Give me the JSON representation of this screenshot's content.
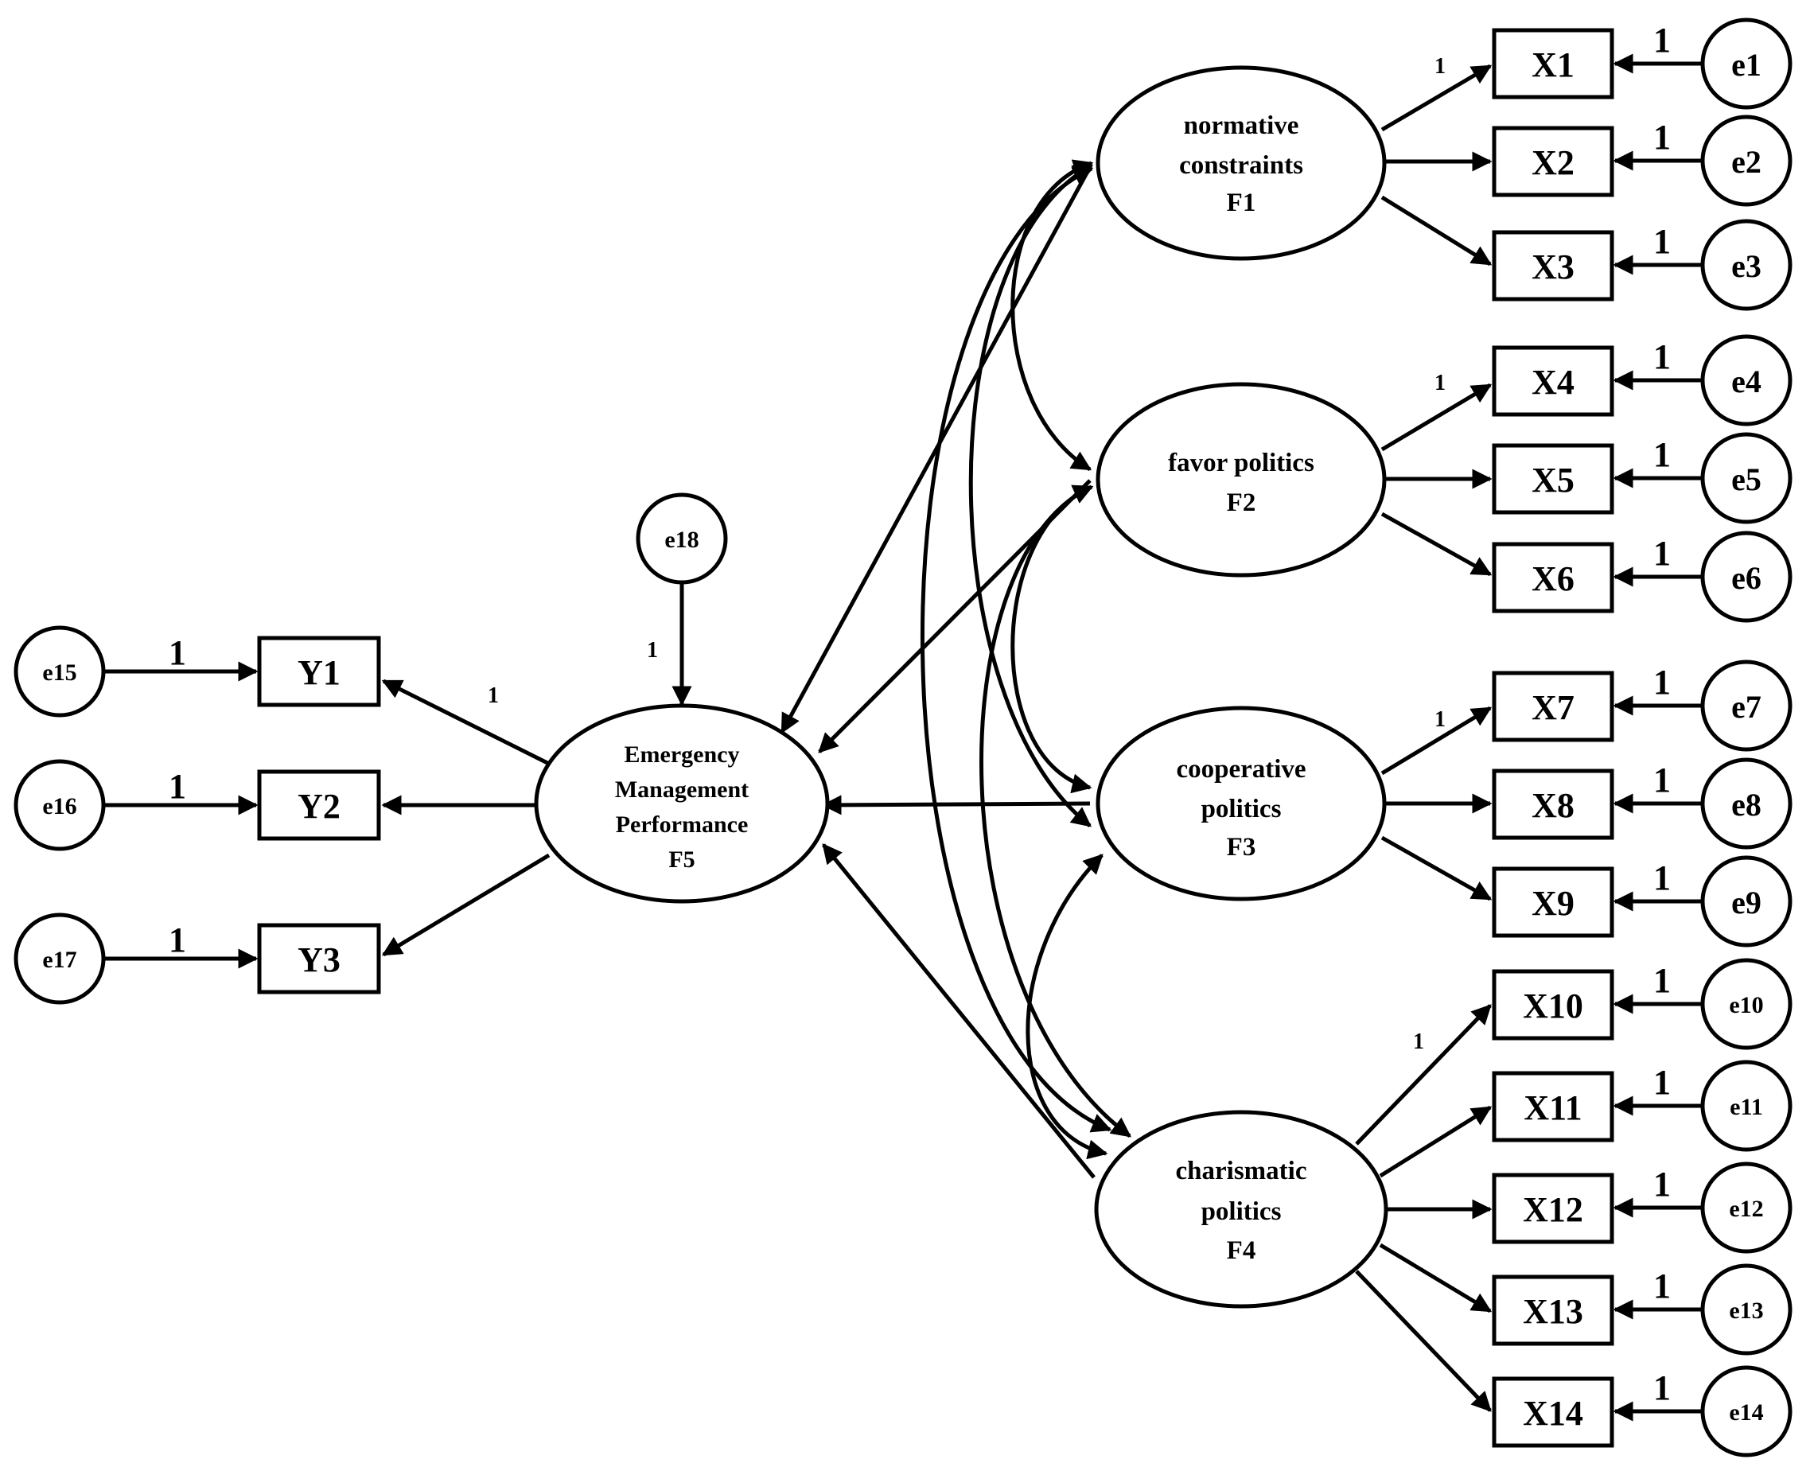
{
  "colors": {
    "line": "#000000",
    "background": "#ffffff"
  },
  "latents": {
    "F1": {
      "lines": [
        "normative",
        "constraints",
        "F1"
      ]
    },
    "F2": {
      "lines": [
        "favor politics",
        "F2"
      ]
    },
    "F3": {
      "lines": [
        "cooperative",
        "politics",
        "F3"
      ]
    },
    "F4": {
      "lines": [
        "charismatic",
        "politics",
        "F4"
      ]
    },
    "F5": {
      "lines": [
        "Emergency",
        "Management",
        "Performance",
        "F5"
      ]
    }
  },
  "observed": [
    "X1",
    "X2",
    "X3",
    "X4",
    "X5",
    "X6",
    "X7",
    "X8",
    "X9",
    "X10",
    "X11",
    "X12",
    "X13",
    "X14",
    "Y1",
    "Y2",
    "Y3"
  ],
  "errors": [
    "e1",
    "e2",
    "e3",
    "e4",
    "e5",
    "e6",
    "e7",
    "e8",
    "e9",
    "e10",
    "e11",
    "e12",
    "e13",
    "e14",
    "e15",
    "e16",
    "e17",
    "e18"
  ],
  "weights": {
    "fixed_loading": "1",
    "error_path": "1"
  },
  "paths": {
    "loadings": [
      {
        "from": "F1",
        "to": "X1",
        "label": "1"
      },
      {
        "from": "F1",
        "to": "X2",
        "label": ""
      },
      {
        "from": "F1",
        "to": "X3",
        "label": ""
      },
      {
        "from": "F2",
        "to": "X4",
        "label": "1"
      },
      {
        "from": "F2",
        "to": "X5",
        "label": ""
      },
      {
        "from": "F2",
        "to": "X6",
        "label": ""
      },
      {
        "from": "F3",
        "to": "X7",
        "label": "1"
      },
      {
        "from": "F3",
        "to": "X8",
        "label": ""
      },
      {
        "from": "F3",
        "to": "X9",
        "label": ""
      },
      {
        "from": "F4",
        "to": "X10",
        "label": "1"
      },
      {
        "from": "F4",
        "to": "X11",
        "label": ""
      },
      {
        "from": "F4",
        "to": "X12",
        "label": ""
      },
      {
        "from": "F4",
        "to": "X13",
        "label": ""
      },
      {
        "from": "F4",
        "to": "X14",
        "label": ""
      },
      {
        "from": "F5",
        "to": "Y1",
        "label": "1"
      },
      {
        "from": "F5",
        "to": "Y2",
        "label": ""
      },
      {
        "from": "F5",
        "to": "Y3",
        "label": ""
      }
    ],
    "structural": [
      {
        "from": "F1",
        "to": "F5"
      },
      {
        "from": "F2",
        "to": "F5"
      },
      {
        "from": "F3",
        "to": "F5"
      },
      {
        "from": "F4",
        "to": "F5"
      },
      {
        "from": "e18",
        "to": "F5",
        "label": "1"
      }
    ],
    "covariances": [
      [
        "F1",
        "F2"
      ],
      [
        "F1",
        "F3"
      ],
      [
        "F1",
        "F4"
      ],
      [
        "F2",
        "F3"
      ],
      [
        "F2",
        "F4"
      ],
      [
        "F3",
        "F4"
      ]
    ]
  }
}
